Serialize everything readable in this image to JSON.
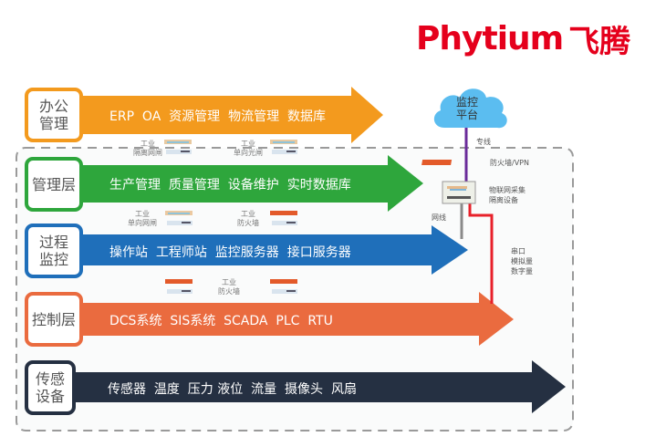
{
  "brand": {
    "logo_text": "Phytium",
    "logo_cn": "飞腾",
    "color": "#e5001c"
  },
  "layers": [
    {
      "id": "office",
      "label_lines": [
        "办公",
        "管理"
      ],
      "items": "ERP  OA  资源管理  物流管理  数据库",
      "color": "#f39a1e"
    },
    {
      "id": "management",
      "label_lines": [
        "管理层"
      ],
      "items": "生产管理  质量管理  设备维护  实时数据库",
      "color": "#2ea63c"
    },
    {
      "id": "process",
      "label_lines": [
        "过程",
        "监控"
      ],
      "items": "操作站  工程师站  监控服务器  接口服务器",
      "color": "#1f6fba"
    },
    {
      "id": "control",
      "label_lines": [
        "控制层"
      ],
      "items": "DCS系统  SIS系统  SCADA  PLC  RTU",
      "color": "#ea6b3f"
    },
    {
      "id": "sensing",
      "label_lines": [
        "传感",
        "设备"
      ],
      "items": "传感器  温度  压力 液位  流量  摄像头  风扇",
      "color": "#253042"
    }
  ],
  "devices": [
    {
      "id": "gap-1",
      "lines": [
        "工业",
        "隔离网闸"
      ]
    },
    {
      "id": "gap-2",
      "lines": [
        "工业",
        "单向光闸"
      ]
    },
    {
      "id": "gap-3",
      "lines": [
        "工业",
        "单向网闸"
      ]
    },
    {
      "id": "gap-4",
      "lines": [
        "工业",
        "防火墙"
      ]
    },
    {
      "id": "gap-5",
      "lines": [
        "工业",
        "防火墙"
      ]
    }
  ],
  "monitor": {
    "cloud_lines": [
      "监控",
      "平台"
    ],
    "dedicated_line": "专线",
    "firewall_vpn": "防火墙/VPN",
    "iot_gateway_lines": [
      "物联网采集",
      "隔离设备"
    ],
    "network_cable": "网线",
    "signals_lines": [
      "串口",
      "模拟量",
      "数字量"
    ]
  },
  "colors": {
    "dashed_border": "#9a9a9a",
    "purple_line": "#6a2b9a",
    "red_line": "#e8202a",
    "gray_line": "#8a8a8a",
    "cloud": "#5bbdf0",
    "firewall": "#e35a2a"
  }
}
